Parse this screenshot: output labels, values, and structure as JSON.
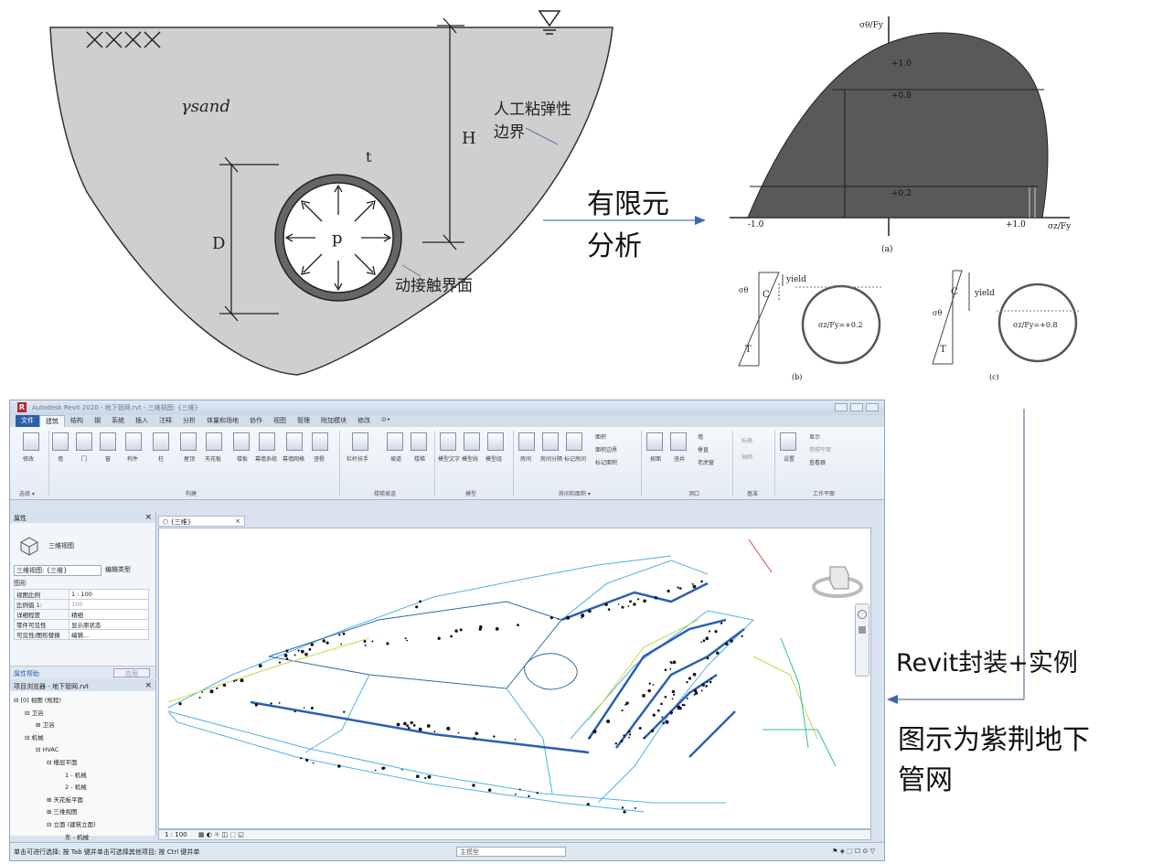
{
  "left_figure": {
    "soil_symbol": "γsand",
    "thickness_label": "t",
    "pressure_label": "p",
    "height_label": "H",
    "diameter_label": "D",
    "boundary_label_line1": "人工粘弹性",
    "boundary_label_line2": "边界",
    "contact_label": "动接触界面"
  },
  "arrow_fea_line1": "有限元",
  "arrow_fea_line2": "分析",
  "right_figure": {
    "y_axis_label": "σθ/Fy",
    "x_axis_label": "σz/Fy",
    "tick_y_1_0": "+1.0",
    "tick_y_0_8": "+0.8",
    "tick_y_0_2": "+0.2",
    "tick_x_neg": "-1.0",
    "tick_x_pos": "+1.0",
    "caption_a": "(a)",
    "caption_b": "(b)",
    "caption_c": "(c)",
    "stress_sigma": "σθ",
    "label_c": "C",
    "label_t": "T",
    "label_yield": "yield",
    "ratio_b": "σz/Fy=+0.2",
    "ratio_c": "σz/Fy=+0.8"
  },
  "revit_label": "Revit封装+实例",
  "caption_line1": "图示为紫荆地下",
  "caption_line2": "管网",
  "revit": {
    "window_title": "Autodesk Revit 2020 - 地下管网.rvt - 三维视图: {三维}",
    "tabs": [
      "文件",
      "建筑",
      "结构",
      "钢",
      "系统",
      "插入",
      "注释",
      "分析",
      "体量和场地",
      "协作",
      "视图",
      "管理",
      "附加模块",
      "修改",
      "⊙•"
    ],
    "ribbon_buttons": [
      "修改",
      "墙",
      "门",
      "窗",
      "构件",
      "柱",
      "屋顶",
      "天花板",
      "楼板",
      "幕墙系统",
      "幕墙网格",
      "竖梃",
      "栏杆扶手",
      "坡道",
      "楼梯",
      "模型文字",
      "模型线",
      "模型组",
      "房间",
      "房间分隔",
      "标记房间",
      "面积",
      "面积边界",
      "标记面积",
      "按面",
      "竖井",
      "墙",
      "垂直",
      "老虎窗",
      "标高",
      "轴网",
      "设置",
      "显示",
      "参照平面",
      "查看器"
    ],
    "groups": [
      "选择 ▾",
      "构建",
      "楼梯坡道",
      "模型",
      "房间和面积 ▾",
      "洞口",
      "基准",
      "工作平面"
    ],
    "properties": {
      "title": "属性",
      "type_name": "三维视图",
      "selector": "三维视图: {三维}",
      "edit_type": "编辑类型",
      "category": "图形",
      "rows": [
        {
          "k": "视图比例",
          "v": "1 : 100"
        },
        {
          "k": "比例值 1:",
          "v": "100"
        },
        {
          "k": "详细程度",
          "v": "精细"
        },
        {
          "k": "零件可见性",
          "v": "显示原状态"
        },
        {
          "k": "可见性/图形替换",
          "v": "编辑..."
        }
      ],
      "help": "属性帮助",
      "apply": "应用"
    },
    "browser": {
      "title": "项目浏览器 - 地下管网.rvt",
      "items": [
        "⊟ [0] 视图 (规程)",
        "⊟ 卫浴",
        "⊞ 卫浴",
        "⊟ 机械",
        "⊟ HVAC",
        "⊟ 楼层平面",
        "1 - 机械",
        "2 - 机械",
        "⊞ 天花板平面",
        "⊞ 三维视图",
        "⊟ 立面 (建筑立面)",
        "东 - 机械"
      ]
    },
    "view_tab": "{三维}",
    "scale": "1 : 100",
    "status_text": "单击可进行选择; 按 Tab 键并单击可选择其他项目; 按 Ctrl 键并单",
    "model_field": "主模型"
  }
}
